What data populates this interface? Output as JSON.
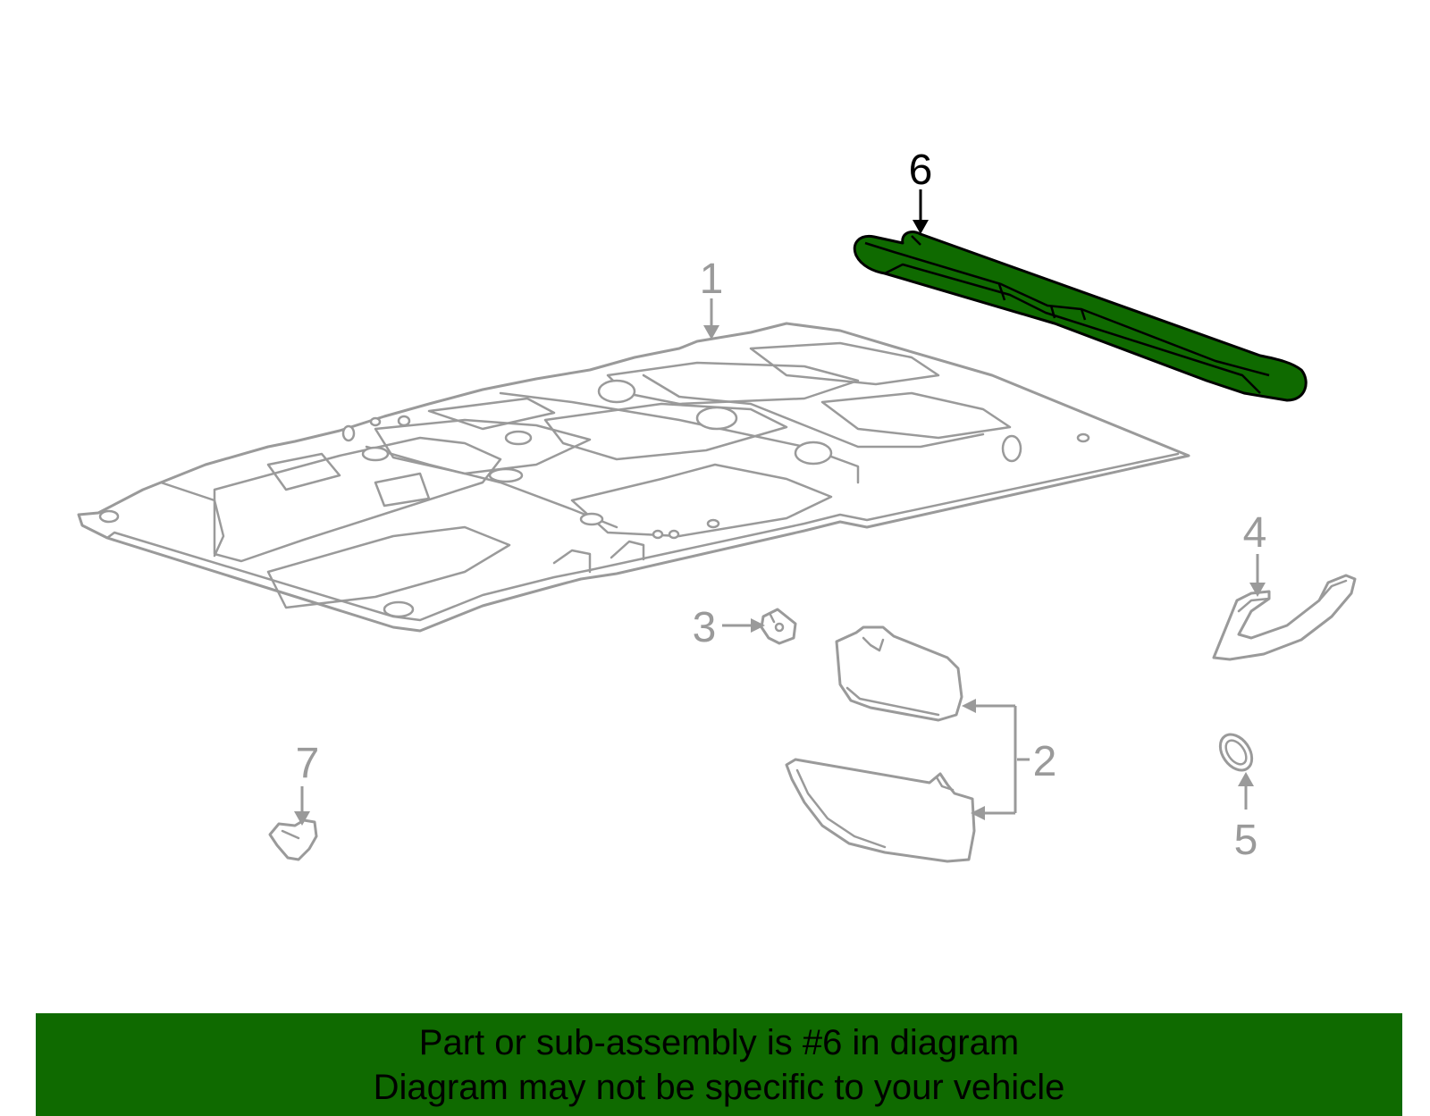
{
  "highlight_color": "#0f6a00",
  "banner": {
    "background": "#0f6a00",
    "line1": "Part or sub-assembly is #6 in diagram",
    "line2": "Diagram may not be specific to your vehicle"
  },
  "callouts": [
    {
      "id": "1",
      "label": "1"
    },
    {
      "id": "2",
      "label": "2"
    },
    {
      "id": "3",
      "label": "3"
    },
    {
      "id": "4",
      "label": "4"
    },
    {
      "id": "5",
      "label": "5"
    },
    {
      "id": "6",
      "label": "6",
      "highlighted": true
    },
    {
      "id": "7",
      "label": "7"
    }
  ]
}
